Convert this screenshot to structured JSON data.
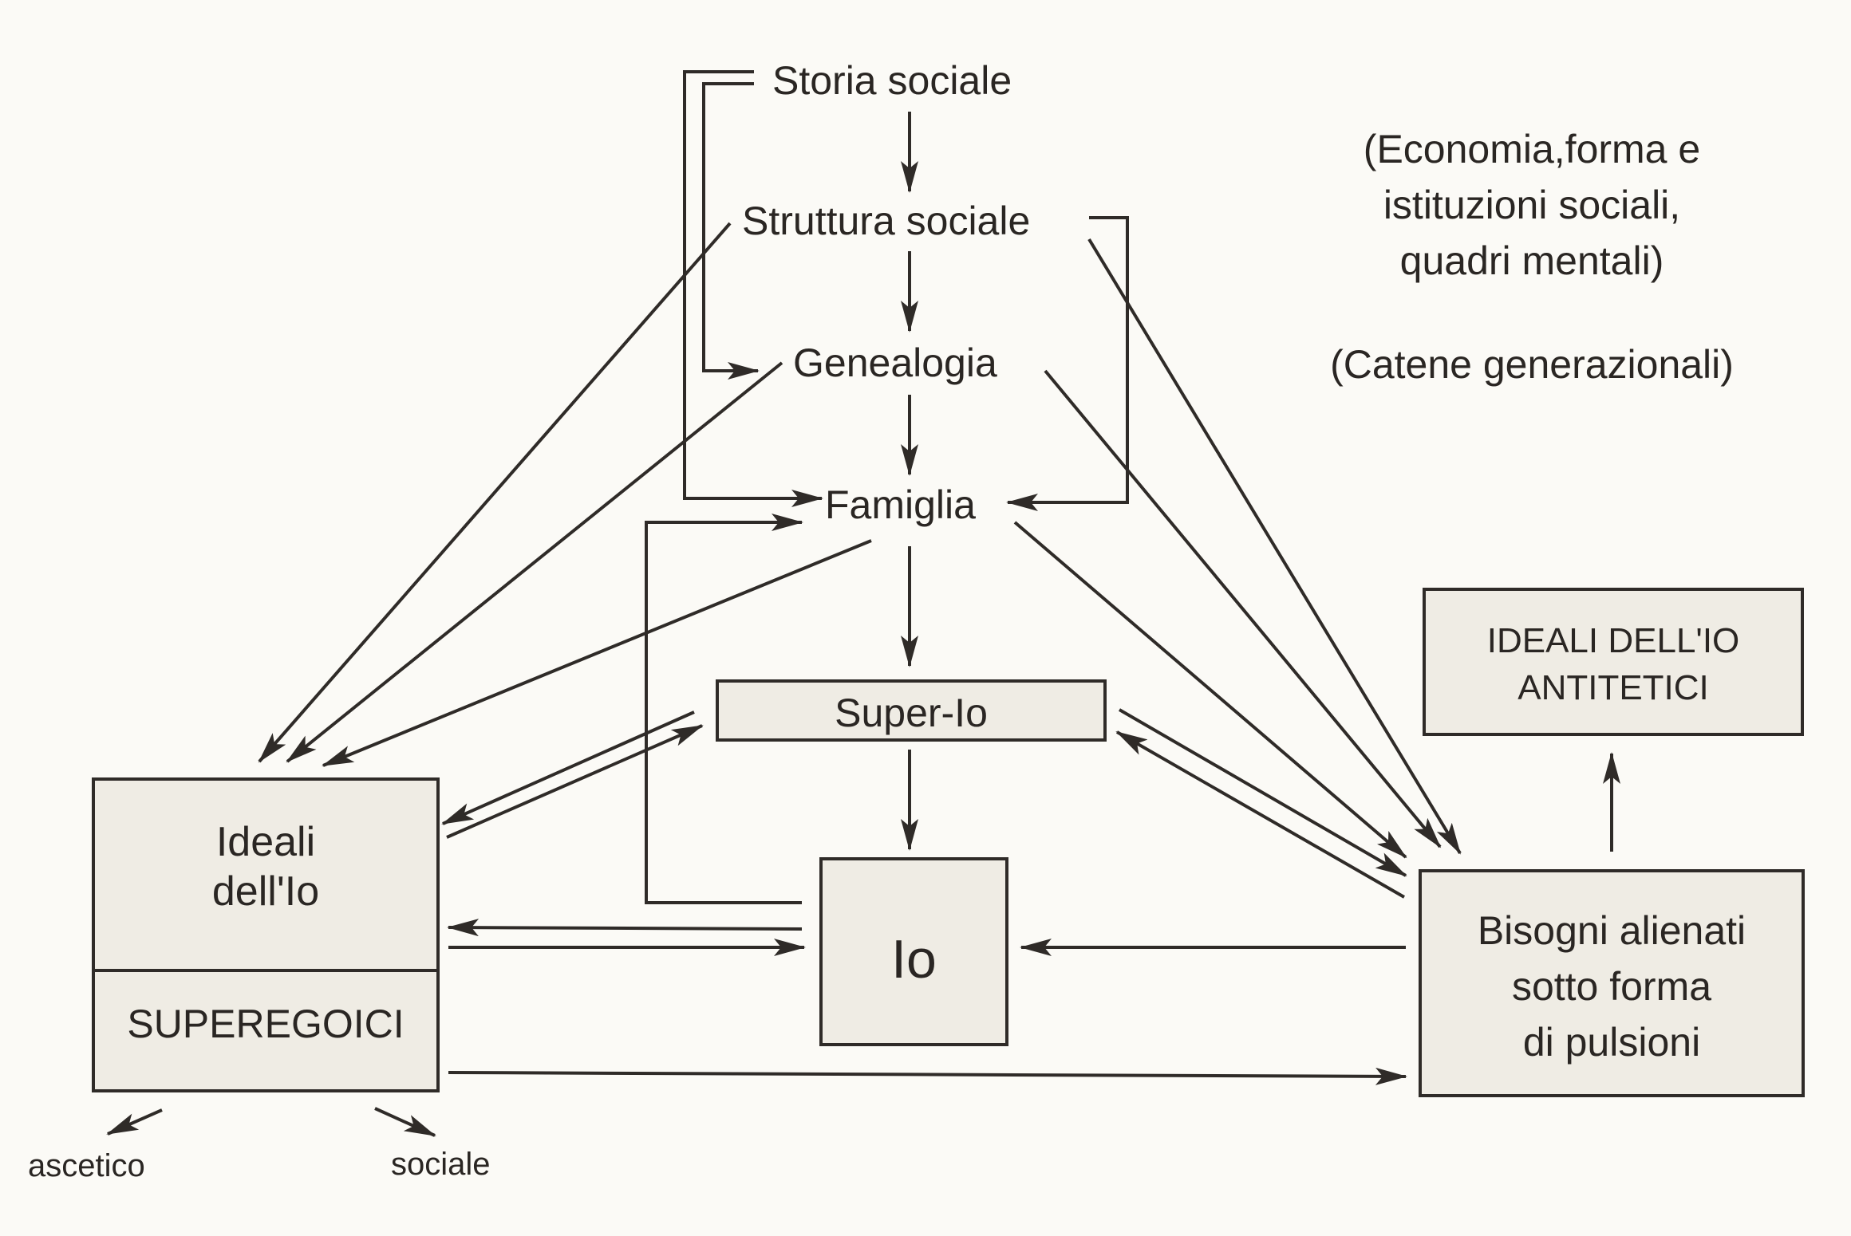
{
  "nodes": {
    "storia_sociale": "Storia sociale",
    "struttura_sociale": "Struttura sociale",
    "genealogia": "Genealogia",
    "famiglia": "Famiglia",
    "super_io": "Super-Io",
    "io": "Io",
    "ideali_dell_io_line1": "Ideali",
    "ideali_dell_io_line2": "dell'Io",
    "superegoici": "SUPEREGOICI",
    "bisogni_line1": "Bisogni alienati",
    "bisogni_line2": "sotto forma",
    "bisogni_line3": "di pulsioni",
    "ideali_antitetici_line1": "IDEALI DELL'IO",
    "ideali_antitetici_line2": "ANTITETICI",
    "ascetico": "ascetico",
    "sociale": "sociale"
  },
  "notes": {
    "struttura_line1": "(Economia,forma e",
    "struttura_line2": "istituzioni sociali,",
    "struttura_line3": "quadri mentali)",
    "genealogia": "(Catene generazionali)"
  },
  "colors": {
    "ink": "#2f2b28",
    "box_fill": "#efece4",
    "paper": "#fbfaf6"
  }
}
